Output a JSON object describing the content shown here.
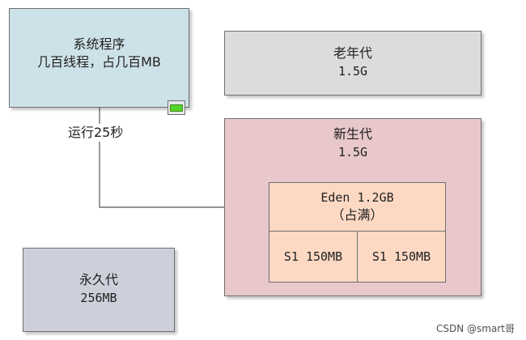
{
  "colors": {
    "system_box": "#cde2e8",
    "oldgen_box": "#dcdcdc",
    "newgen_box": "#e8c8cb",
    "permgen_box": "#cdd0da",
    "eden_box": "#fdd9c4",
    "survivor_box": "#fdd9c4",
    "border": "#6f6f6f",
    "connector": "#6f6f6f",
    "status_led": "#55d62a"
  },
  "system": {
    "title": "系统程序",
    "subtitle": "几百线程，占几百MB"
  },
  "old_generation": {
    "title": "老年代",
    "size": "1.5G"
  },
  "new_generation": {
    "title": "新生代",
    "size": "1.5G",
    "eden": {
      "label": "Eden 1.2GB",
      "status": "（占满）"
    },
    "survivors": [
      {
        "label": "S1 150MB"
      },
      {
        "label": "S1 150MB"
      }
    ]
  },
  "permanent_generation": {
    "title": "永久代",
    "size": "256MB"
  },
  "connector": {
    "label": "运行25秒",
    "icon": "arrow-right-icon"
  },
  "status_indicator": {
    "icon": "green-led-icon"
  },
  "watermark": "CSDN @smart哥"
}
